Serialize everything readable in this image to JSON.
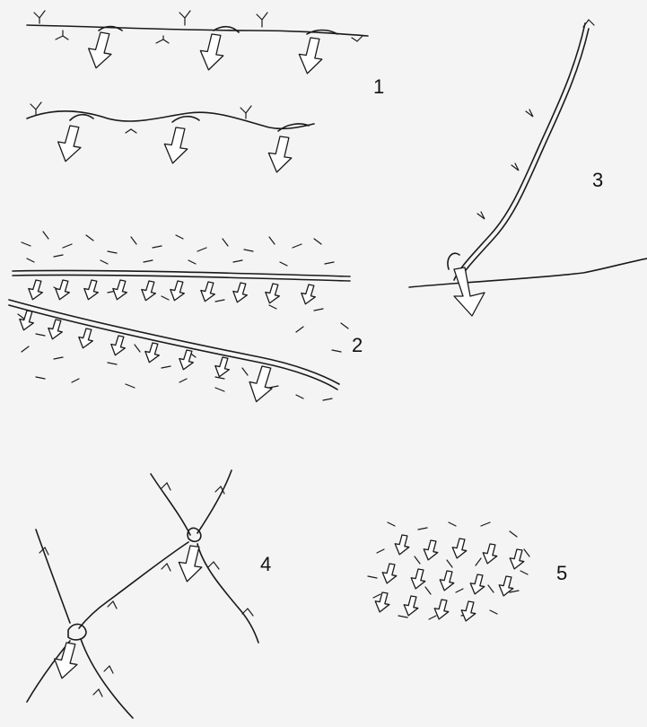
{
  "figure": {
    "panels": [
      {
        "label": "1"
      },
      {
        "label": "2"
      },
      {
        "label": "3"
      },
      {
        "label": "4"
      },
      {
        "label": "5"
      }
    ]
  }
}
